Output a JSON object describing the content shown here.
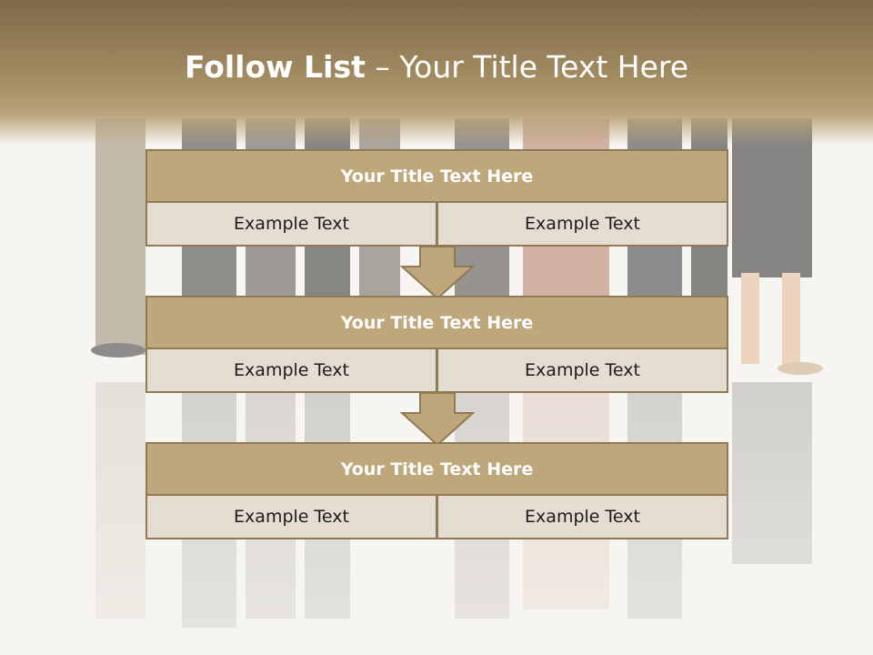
{
  "slide": {
    "title_bold": "Follow List",
    "title_rest": " – Your Title Text Here",
    "blocks": [
      {
        "title": "Your Title Text Here",
        "left": "Example Text",
        "right": "Example Text"
      },
      {
        "title": "Your Title Text Here",
        "left": "Example Text",
        "right": "Example Text"
      },
      {
        "title": "Your Title Text Here",
        "left": "Example Text",
        "right": "Example Text"
      }
    ]
  },
  "colors": {
    "header_brown": "#7d6a48",
    "block_head": "#bfa77c",
    "block_cell": "#e6ddd2",
    "border": "#8f7a55"
  }
}
